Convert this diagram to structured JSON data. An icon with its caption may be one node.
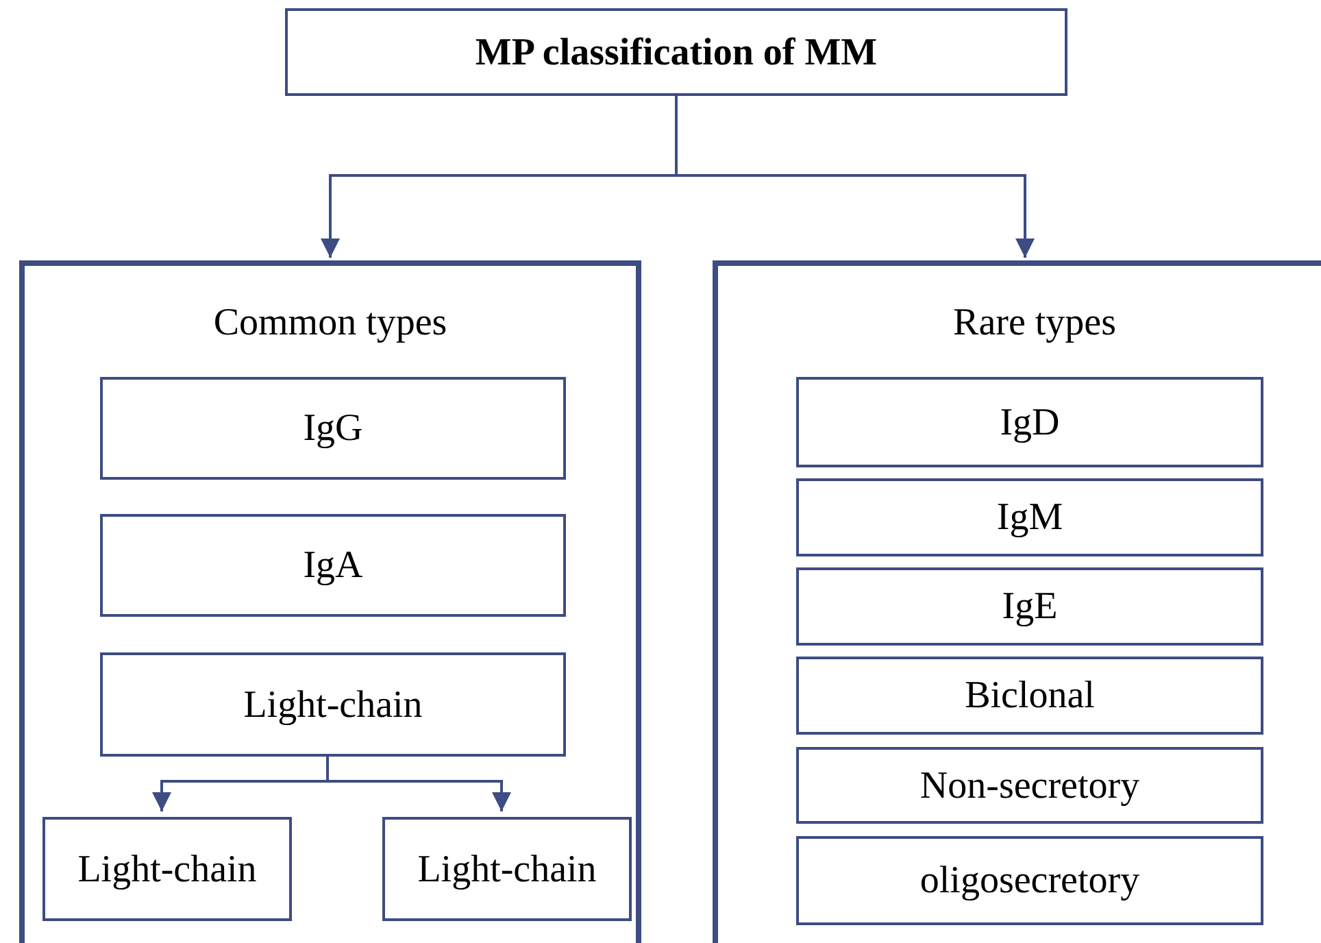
{
  "diagram": {
    "nodes": [
      {
        "text": [
          "MP classification of MM"
        ]
      },
      {
        "text": [
          "Common types"
        ]
      },
      {
        "text": [
          "IgG"
        ],
        "in": 1
      },
      {
        "text": [
          "IgA"
        ],
        "in": 1
      },
      {
        "text": [
          "Light-chain"
        ],
        "in": 1
      },
      {
        "text": [
          "Light-chain"
        ],
        "in": 1
      },
      {
        "text": [
          "Light-chain"
        ],
        "in": 1
      },
      {
        "text": [
          "Rare types"
        ]
      },
      {
        "text": [
          "IgD"
        ],
        "in": 7
      },
      {
        "text": [
          "IgM"
        ],
        "in": 7
      },
      {
        "text": [
          "IgE"
        ],
        "in": 7
      },
      {
        "text": [
          "Biclonal"
        ],
        "in": 7
      },
      {
        "text": [
          "Non-secretory"
        ],
        "in": 7
      },
      {
        "text": [
          "oligosecretory"
        ],
        "in": 7
      }
    ],
    "edges": [
      {
        "from": 0,
        "to": 1,
        "arrow": "to"
      },
      {
        "from": 0,
        "to": 7,
        "arrow": "to"
      },
      {
        "from": 4,
        "to": 5,
        "arrow": "to"
      },
      {
        "from": 4,
        "to": 6,
        "arrow": "to"
      }
    ]
  }
}
